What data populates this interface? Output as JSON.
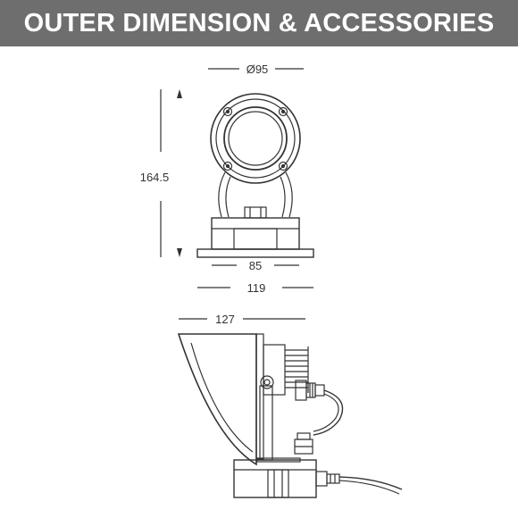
{
  "header": {
    "title": "OUTER DIMENSION & ACCESSORIES"
  },
  "colors": {
    "header_bg": "#6e6e6e",
    "header_text": "#ffffff",
    "line": "#333333"
  },
  "dimensions": {
    "diameter": "Ø95",
    "height": "164.5",
    "base_inner_width": "85",
    "base_outer_width": "119",
    "side_length": "127"
  }
}
